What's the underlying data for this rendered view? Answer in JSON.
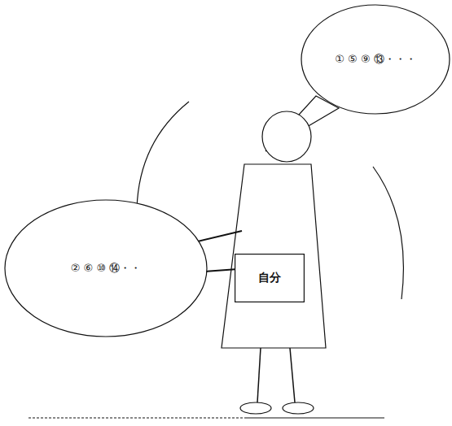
{
  "diagram": {
    "nodes": [
      {
        "text": [
          "① ⑤ ⑨ ⑬・・・"
        ]
      },
      {
        "text": [
          "② ⑥ ⑩ ⑭・・"
        ]
      },
      {
        "text": [
          "自分"
        ]
      }
    ]
  }
}
